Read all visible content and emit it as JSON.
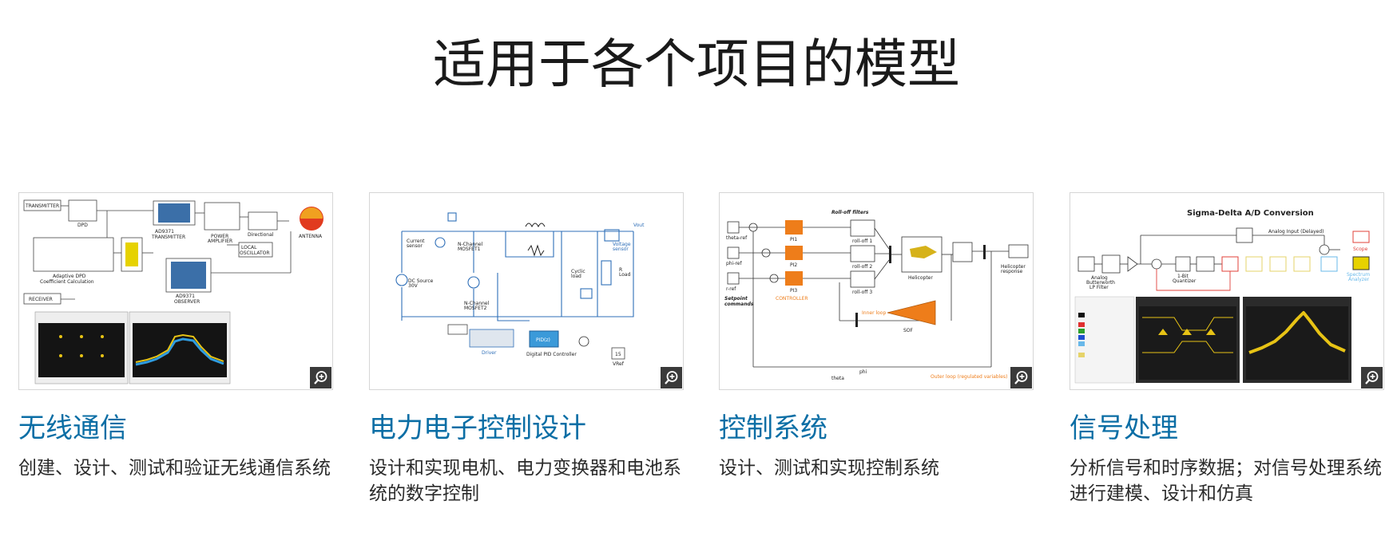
{
  "page": {
    "title": "适用于各个项目的模型"
  },
  "colors": {
    "heading_link": "#0b6ea5",
    "title_text": "#1a1a1a",
    "body_text": "#2b2b2b",
    "zoom_button_bg": "#3a3a3a"
  },
  "cards": [
    {
      "title": "无线通信",
      "description": "创建、设计、测试和验证无线通信系统",
      "thumbnail": {
        "heading": "",
        "labels": [
          "TRANSMITTER",
          "DPD",
          "AD9371 TRANSMITTER",
          "POWER AMPLIFIER",
          "Directional",
          "ANTENNA",
          "LOCAL OSCILLATOR",
          "Adaptive DPD Coefficient Calculation",
          "RECEIVER",
          "AD9371 OBSERVER"
        ],
        "zoom_icon": "zoom-in-icon"
      }
    },
    {
      "title": "电力电子控制设计",
      "description": "设计和实现电机、电力变换器和电池系统的数字控制",
      "thumbnail": {
        "heading": "",
        "labels": [
          "Current sensor",
          "N-Channel MOSFET1",
          "DC Source 30V",
          "N-Channel MOSFET2",
          "Cyclic load",
          "Load",
          "Voltage sensor",
          "Driver",
          "Digital PID Controller",
          "VRef",
          "PID(z)",
          "15"
        ],
        "zoom_icon": "zoom-in-icon"
      }
    },
    {
      "title": "控制系统",
      "description": "设计、测试和实现控制系统",
      "thumbnail": {
        "heading": "Roll-off filters",
        "labels": [
          "PI1",
          "PI2",
          "PI3",
          "CONTROLLER",
          "Helicopter",
          "Inner loop",
          "SOF",
          "Outer loop (regulated variables)",
          "Setpoint commands",
          "Helicopter response"
        ],
        "zoom_icon": "zoom-in-icon"
      }
    },
    {
      "title": "信号处理",
      "description": "分析信号和时序数据；对信号处理系统进行建模、设计和仿真",
      "thumbnail": {
        "heading": "Sigma-Delta A/D Conversion",
        "labels": [
          "Analog Input (Delayed)",
          "Analog Butterworth LP Filter",
          "1-Bit Quantizer",
          "Scope",
          "Spectrum Analyzer"
        ],
        "zoom_icon": "zoom-in-icon"
      }
    }
  ]
}
